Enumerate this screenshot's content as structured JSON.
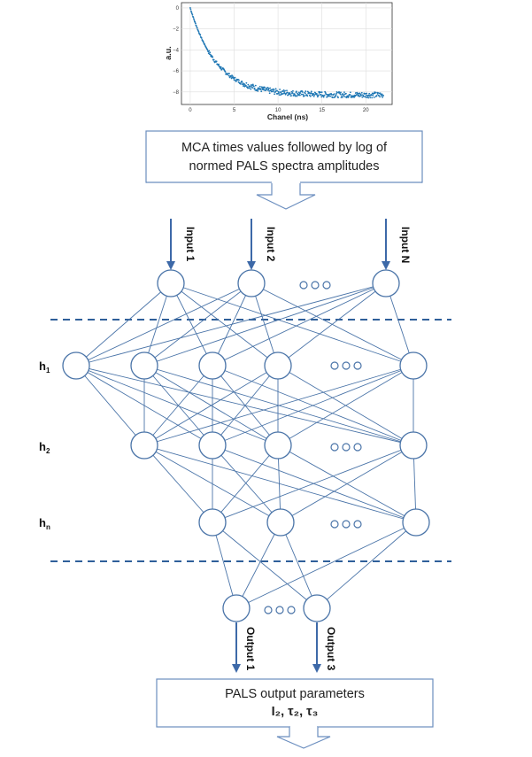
{
  "spectrum_plot": {
    "ylabel": "a.u.",
    "xlabel": "Chanel (ns)",
    "x_ticks": [
      "0",
      "5",
      "10",
      "15",
      "20"
    ],
    "y_ticks": [
      "0",
      "−2",
      "−4",
      "−6",
      "−8"
    ],
    "xlim": [
      -1,
      23
    ],
    "ylim": [
      -9.2,
      0.5
    ],
    "line_color": "#1f77b4"
  },
  "input_box": {
    "line1": "MCA times values followed by log of",
    "line2": "normed PALS spectra amplitudes"
  },
  "inputs": [
    "Input 1",
    "Input 2",
    "Input N"
  ],
  "hidden_labels": {
    "h1": {
      "base": "h",
      "sub": "1"
    },
    "h2": {
      "base": "h",
      "sub": "2"
    },
    "hn": {
      "base": "h",
      "sub": "n"
    }
  },
  "outputs": [
    "Output 1",
    "Output 3"
  ],
  "output_box": {
    "line1": "PALS output parameters",
    "line2": "I₂, τ₂, τ₃"
  },
  "colors": {
    "node_stroke": "#4a74a8",
    "arrow": "#3d69a8",
    "dashed": "#2f5f9a",
    "box_stroke": "#6b8ebf"
  }
}
